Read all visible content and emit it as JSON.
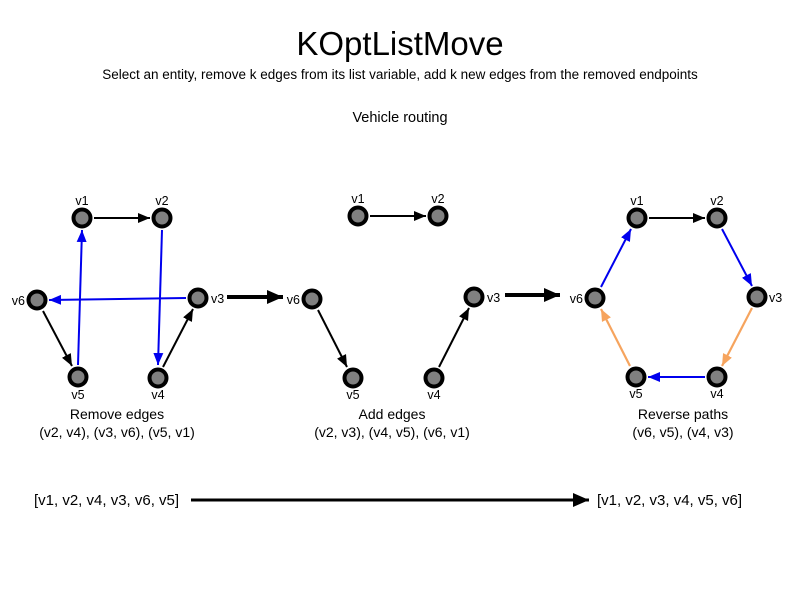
{
  "title": "KOptListMove",
  "subtitle": "Select an entity, remove k edges from its list variable, add k new edges from the removed endpoints",
  "example_label": "Vehicle routing",
  "colors": {
    "background": "#ffffff",
    "edge_default": "#000000",
    "edge_highlight_blue": "#0000ee",
    "edge_highlight_orange": "#f6a45e",
    "node_fill": "#808080",
    "node_border": "#000000"
  },
  "graphs": [
    {
      "caption": "Remove edges",
      "edge_list": "(v2, v4), (v3, v6), (v5, v1)",
      "nodes": [
        {
          "label": "v1"
        },
        {
          "label": "v2"
        },
        {
          "label": "v3"
        },
        {
          "label": "v4"
        },
        {
          "label": "v5"
        },
        {
          "label": "v6"
        }
      ],
      "edges": [
        {
          "from": "v1",
          "to": "v2",
          "color": "black"
        },
        {
          "from": "v2",
          "to": "v4",
          "color": "blue"
        },
        {
          "from": "v4",
          "to": "v3",
          "color": "black"
        },
        {
          "from": "v3",
          "to": "v6",
          "color": "blue"
        },
        {
          "from": "v6",
          "to": "v5",
          "color": "black"
        },
        {
          "from": "v5",
          "to": "v1",
          "color": "blue"
        }
      ]
    },
    {
      "caption": "Add edges",
      "edge_list": "(v2, v3), (v4, v5), (v6, v1)",
      "nodes": [
        {
          "label": "v1"
        },
        {
          "label": "v2"
        },
        {
          "label": "v3"
        },
        {
          "label": "v4"
        },
        {
          "label": "v5"
        },
        {
          "label": "v6"
        }
      ],
      "edges": [
        {
          "from": "v1",
          "to": "v2",
          "color": "black"
        },
        {
          "from": "v6",
          "to": "v5",
          "color": "black"
        },
        {
          "from": "v4",
          "to": "v3",
          "color": "black"
        }
      ]
    },
    {
      "caption": "Reverse paths",
      "edge_list": "(v6, v5), (v4, v3)",
      "nodes": [
        {
          "label": "v1"
        },
        {
          "label": "v2"
        },
        {
          "label": "v3"
        },
        {
          "label": "v4"
        },
        {
          "label": "v5"
        },
        {
          "label": "v6"
        }
      ],
      "edges": [
        {
          "from": "v1",
          "to": "v2",
          "color": "black"
        },
        {
          "from": "v2",
          "to": "v3",
          "color": "blue"
        },
        {
          "from": "v3",
          "to": "v4",
          "color": "orange"
        },
        {
          "from": "v4",
          "to": "v5",
          "color": "blue"
        },
        {
          "from": "v5",
          "to": "v6",
          "color": "orange"
        },
        {
          "from": "v6",
          "to": "v1",
          "color": "blue"
        }
      ]
    }
  ],
  "footer": {
    "before_list": "[v1, v2, v4, v3, v6, v5]",
    "after_list": "[v1, v2, v3, v4, v5, v6]"
  }
}
